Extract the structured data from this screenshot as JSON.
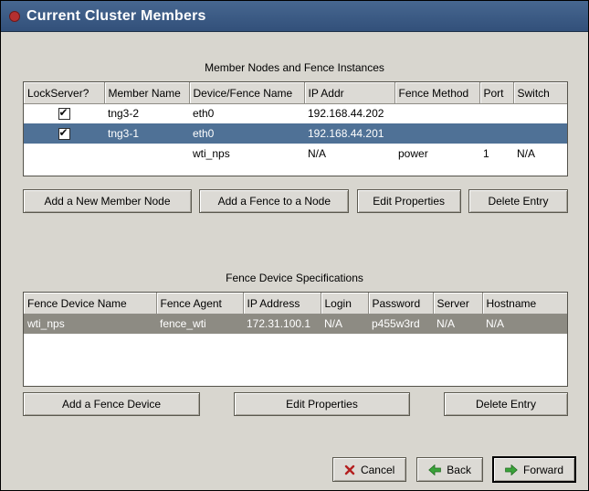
{
  "window": {
    "title": "Current Cluster Members"
  },
  "colors": {
    "titlebar": "#3a567d",
    "selected_row_blue": "#4f7196",
    "selected_row_gray": "#8d8b83",
    "background": "#d8d6cf"
  },
  "members": {
    "title": "Member Nodes and Fence Instances",
    "columns": [
      "LockServer?",
      "Member Name",
      "Device/Fence Name",
      "IP Addr",
      "Fence Method",
      "Port",
      "Switch"
    ],
    "rows": [
      {
        "lockserver": "checked",
        "member": "tng3-2",
        "device": "eth0",
        "ip": "192.168.44.202",
        "method": "",
        "port": "",
        "switch": ""
      },
      {
        "lockserver": "checked",
        "member": "tng3-1",
        "device": "eth0",
        "ip": "192.168.44.201",
        "method": "",
        "port": "",
        "switch": ""
      },
      {
        "lockserver": "",
        "member": "",
        "device": "wti_nps",
        "ip": "N/A",
        "method": "power",
        "port": "1",
        "switch": "N/A"
      }
    ],
    "buttons": [
      "Add a New Member Node",
      "Add a Fence to a Node",
      "Edit Properties",
      "Delete Entry"
    ]
  },
  "fence": {
    "title": "Fence Device Specifications",
    "columns": [
      "Fence Device Name",
      "Fence Agent",
      "IP Address",
      "Login",
      "Password",
      "Server",
      "Hostname"
    ],
    "rows": [
      {
        "name": "wti_nps",
        "agent": "fence_wti",
        "ip": "172.31.100.1",
        "login": "N/A",
        "password": "p455w3rd",
        "server": "N/A",
        "hostname": "N/A"
      }
    ],
    "buttons": [
      "Add a Fence Device",
      "Edit Properties",
      "Delete Entry"
    ]
  },
  "footer": {
    "cancel": "Cancel",
    "back": "Back",
    "forward": "Forward"
  }
}
